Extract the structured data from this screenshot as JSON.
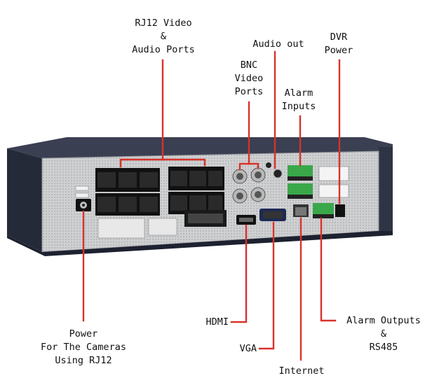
{
  "labels": {
    "rj12": [
      "RJ12 Video",
      "&",
      "Audio Ports"
    ],
    "audio_out": [
      "Audio out"
    ],
    "dvr_power": [
      "DVR",
      "Power"
    ],
    "bnc": [
      "BNC",
      "Video",
      "Ports"
    ],
    "alarm_inputs": [
      "Alarm",
      "Inputs"
    ],
    "power_cameras": [
      "Power",
      "For The Cameras",
      "Using RJ12"
    ],
    "hdmi": [
      "HDMI"
    ],
    "vga": [
      "VGA"
    ],
    "internet": [
      "Internet"
    ],
    "alarm_outputs": [
      "Alarm Outputs",
      "&",
      "RS485"
    ]
  },
  "colors": {
    "callout": "#d8322a",
    "chassis_dark": "#2b3040",
    "panel_gray": "#c9cacc",
    "port_black": "#1a1a1a",
    "terminal_green": "#3aa84a"
  }
}
